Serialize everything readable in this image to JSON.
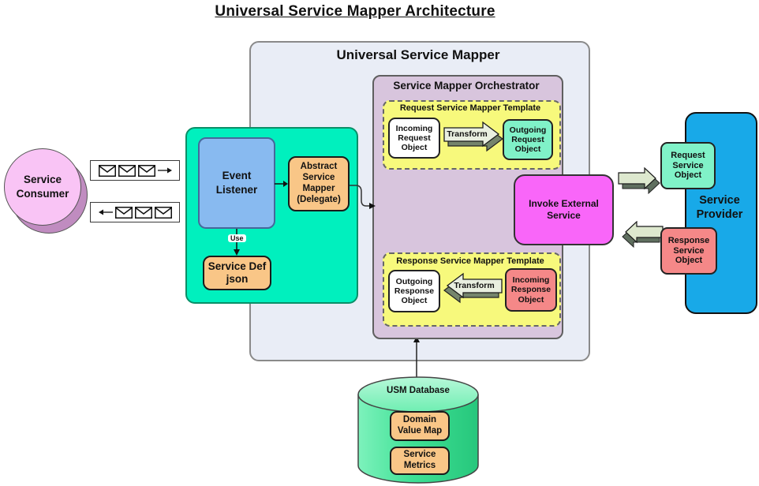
{
  "title": "Universal Service Mapper Architecture",
  "consumer": {
    "label": "Service\nConsumer"
  },
  "usm": {
    "title": "Universal Service Mapper",
    "invoke_label": "Invoke External\nService",
    "orchestrator": {
      "title": "Service Mapper Orchestrator",
      "request_template": {
        "title": "Request Service Mapper Template",
        "incoming_label": "Incoming\nRequest\nObject",
        "transform_label": "Transform",
        "outgoing_label": "Outgoing\nRequest\nObject"
      },
      "response_template": {
        "title": "Response Service Mapper Template",
        "outgoing_label": "Outgoing\nResponse\nObject",
        "transform_label": "Transform",
        "incoming_label": "Incoming\nResponse\nObject"
      }
    }
  },
  "event_group": {
    "event_listener_label": "Event\nListener",
    "abstract_mapper_label": "Abstract\nService\nMapper\n(Delegate)",
    "use_label": "Use",
    "service_def_label": "Service Def\njson"
  },
  "provider": {
    "label": "Service\nProvider",
    "request_object_label": "Request\nService\nObject",
    "response_object_label": "Response\nService\nObject"
  },
  "database": {
    "label": "USM Database",
    "domain_value_map_label": "Domain\nValue Map",
    "service_metrics_label": "Service\nMetrics"
  },
  "icons": {
    "message": "envelope-icon",
    "request_flow": "arrow-right-icon",
    "response_flow": "arrow-left-icon",
    "transform_request": "block-arrow-right-icon",
    "transform_response": "block-arrow-left-icon"
  },
  "colors": {
    "teal_container": "#00f0be",
    "mint_box": "#80f2c8",
    "salmon_box": "#f58888",
    "orange_box": "#f9c687",
    "magenta_box": "#f966f9",
    "blue_provider": "#18a9e8",
    "blue_listener": "#88baf0",
    "pink_consumer": "#f9c4f5",
    "yellow_template": "#f7f97c",
    "purple_orchestrator": "#d8c5dd",
    "lavender_outer": "#e9edf6"
  }
}
